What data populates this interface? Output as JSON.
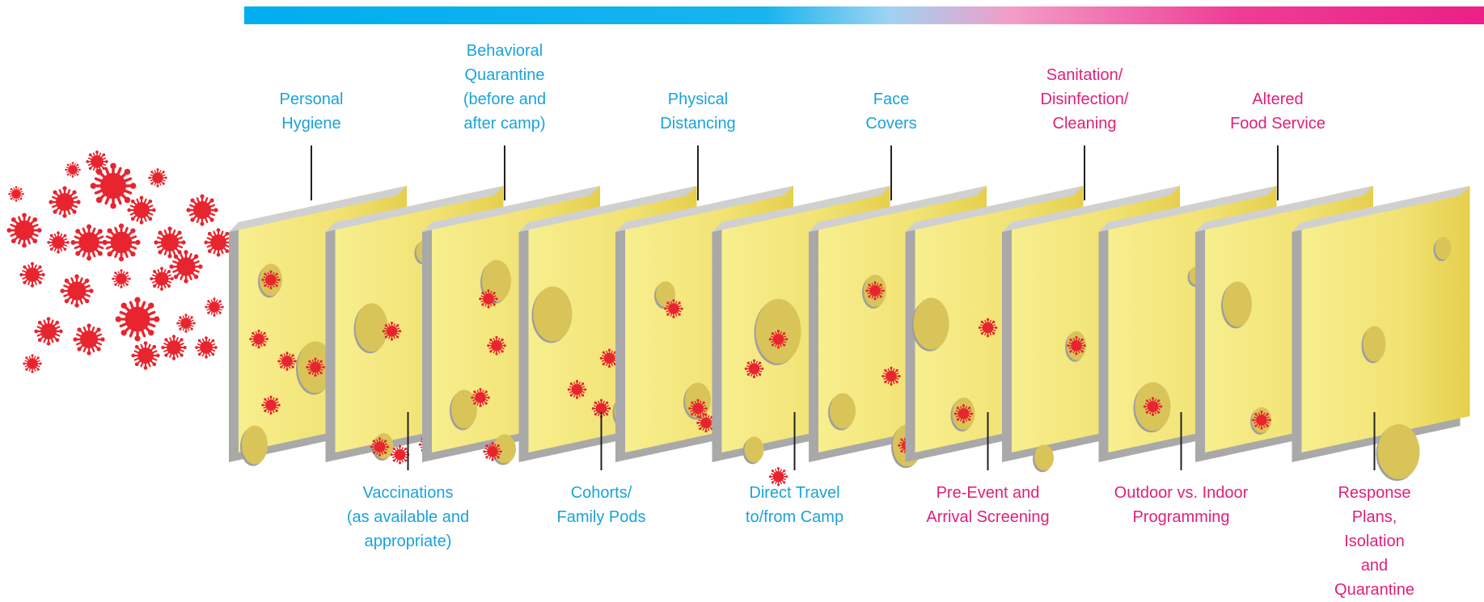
{
  "colors": {
    "gradient_start": "#00aeef",
    "gradient_mid": "#9ed3f2",
    "gradient_end": "#ec1f86",
    "label_blue": "#1aa3d9",
    "label_pink": "#e0207a",
    "virus": "#e8242e",
    "cheese_front": "#f4e779",
    "cheese_side": "#a9a9a9",
    "hole_shade": "#d9c45a"
  },
  "layers": [
    {
      "label": "Personal\nHygiene",
      "color": "blue",
      "position": "top"
    },
    {
      "label": "Vaccinations\n(as available and\nappropriate)",
      "color": "blue",
      "position": "bottom"
    },
    {
      "label": "Behavioral\nQuarantine\n(before and\nafter camp)",
      "color": "blue",
      "position": "top"
    },
    {
      "label": "Cohorts/\nFamily Pods",
      "color": "blue",
      "position": "bottom"
    },
    {
      "label": "Physical\nDistancing",
      "color": "blue",
      "position": "top"
    },
    {
      "label": "Direct Travel\nto/from Camp",
      "color": "blue",
      "position": "bottom"
    },
    {
      "label": "Face\nCovers",
      "color": "blue",
      "position": "top"
    },
    {
      "label": "Pre-Event and\nArrival Screening",
      "color": "pink",
      "position": "bottom"
    },
    {
      "label": "Sanitation/\nDisinfection/\nCleaning",
      "color": "pink",
      "position": "top"
    },
    {
      "label": "Outdoor vs. Indoor\nProgramming",
      "color": "pink",
      "position": "bottom"
    },
    {
      "label": "Altered\nFood Service",
      "color": "pink",
      "position": "top"
    },
    {
      "label": "Response Plans,\nIsolation\nand Quarantine",
      "color": "pink",
      "position": "bottom"
    }
  ]
}
